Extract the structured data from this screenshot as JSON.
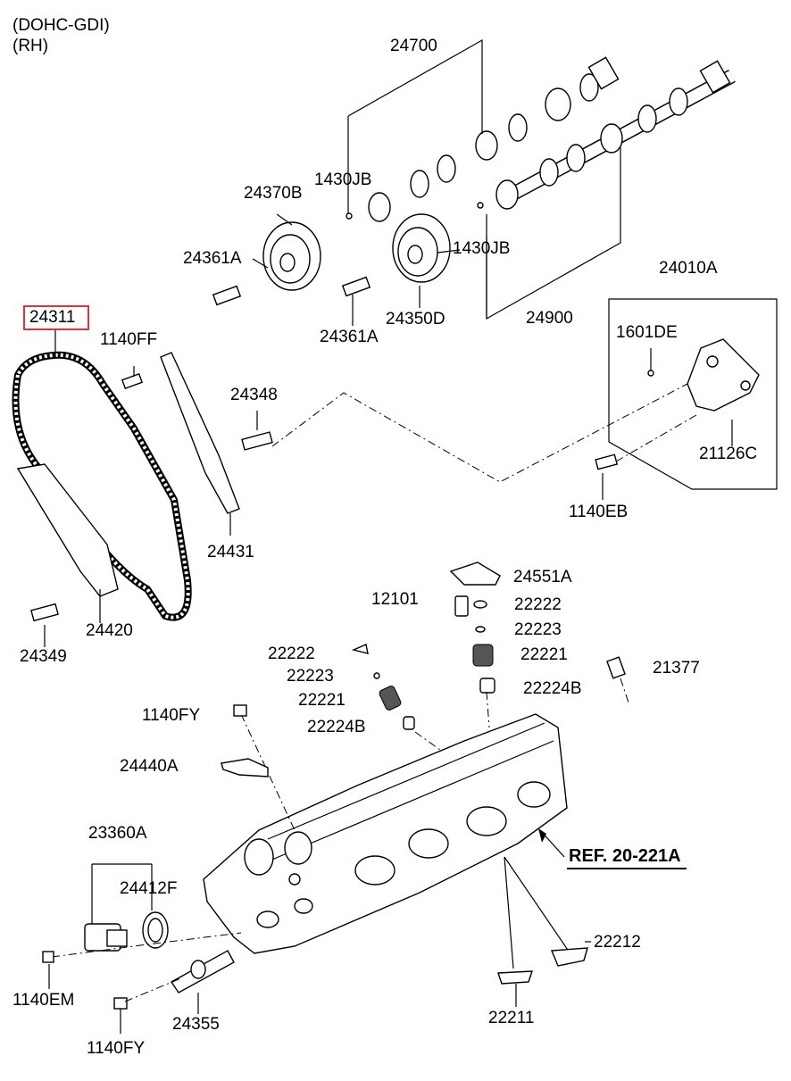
{
  "header": {
    "line1": "(DOHC-GDI)",
    "line2": "(RH)"
  },
  "selected_part": "24311",
  "labels": {
    "p24700": "24700",
    "p1430jb_top": "1430JB",
    "p24370b": "24370B",
    "p24361a_left": "24361A",
    "p1430jb_mid": "1430JB",
    "p24361a_mid": "24361A",
    "p24350d": "24350D",
    "p24900": "24900",
    "p24010a": "24010A",
    "p1601de": "1601DE",
    "p21126c": "21126C",
    "p1140eb": "1140EB",
    "p24311": "24311",
    "p1140ff": "1140FF",
    "p24348": "24348",
    "p24431": "24431",
    "p24420": "24420",
    "p24349": "24349",
    "p24551a": "24551A",
    "p12101": "12101",
    "p22222_right": "22222",
    "p22223_right": "22223",
    "p22221_right": "22221",
    "p22224b_right": "22224B",
    "p21377": "21377",
    "p22222_left": "22222",
    "p22223_left": "22223",
    "p22221_left": "22221",
    "p22224b_left": "22224B",
    "p1140fy_top": "1140FY",
    "p24440a": "24440A",
    "p23360a": "23360A",
    "p24412f": "24412F",
    "p1140em": "1140EM",
    "p24355": "24355",
    "p1140fy_bottom": "1140FY",
    "p22212": "22212",
    "p22211": "22211"
  },
  "reference": {
    "text": "REF. 20-221A"
  }
}
